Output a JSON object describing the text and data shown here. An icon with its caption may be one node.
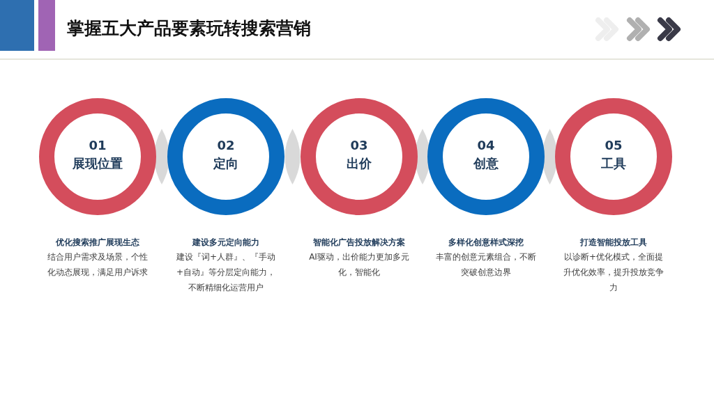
{
  "diagram": {
    "title": "掌握五大产品要素玩转搜索营销",
    "nodes": [
      {
        "text": [
          "01",
          "展现位置"
        ],
        "beside": [
          "优化搜索推广展现生态",
          "结合用户需求及场景，个性化动态展现，满足用户诉求"
        ]
      },
      {
        "text": [
          "02",
          "定向"
        ],
        "beside": [
          "建设多元定向能力",
          "建设『词+人群』、『手动+自动』等分层定向能力，不断精细化运营用户"
        ]
      },
      {
        "text": [
          "03",
          "出价"
        ],
        "beside": [
          "智能化广告投放解决方案",
          "AI驱动，出价能力更加多元化，智能化"
        ]
      },
      {
        "text": [
          "04",
          "创意"
        ],
        "beside": [
          "多样化创意样式深挖",
          "丰富的创意元素组合，不断突破创意边界"
        ]
      },
      {
        "text": [
          "05",
          "工具"
        ],
        "beside": [
          "打造智能投放工具",
          "以诊断+优化模式，全面提升优化效率，提升投放竞争力"
        ]
      },
      {
        "text": [],
        "shape": "lens"
      },
      {
        "text": [],
        "shape": "lens"
      },
      {
        "text": [],
        "shape": "lens"
      },
      {
        "text": [],
        "shape": "lens"
      }
    ],
    "edges": []
  }
}
